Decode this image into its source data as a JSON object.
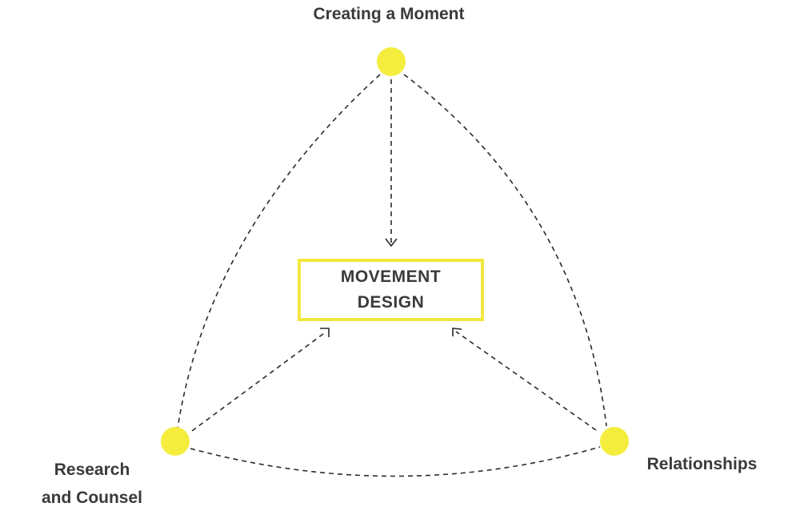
{
  "colors": {
    "node_fill": "#f4ed3d",
    "box_border": "#f1e83f",
    "line": "#2b2b2b",
    "text": "#3a3a3a"
  },
  "nodes": {
    "top": {
      "label": "Creating a Moment"
    },
    "left": {
      "label_line1": "Research",
      "label_line2": "and Counsel"
    },
    "right": {
      "label": "Relationships"
    }
  },
  "center": {
    "line1": "MOVEMENT",
    "line2": "DESIGN"
  }
}
